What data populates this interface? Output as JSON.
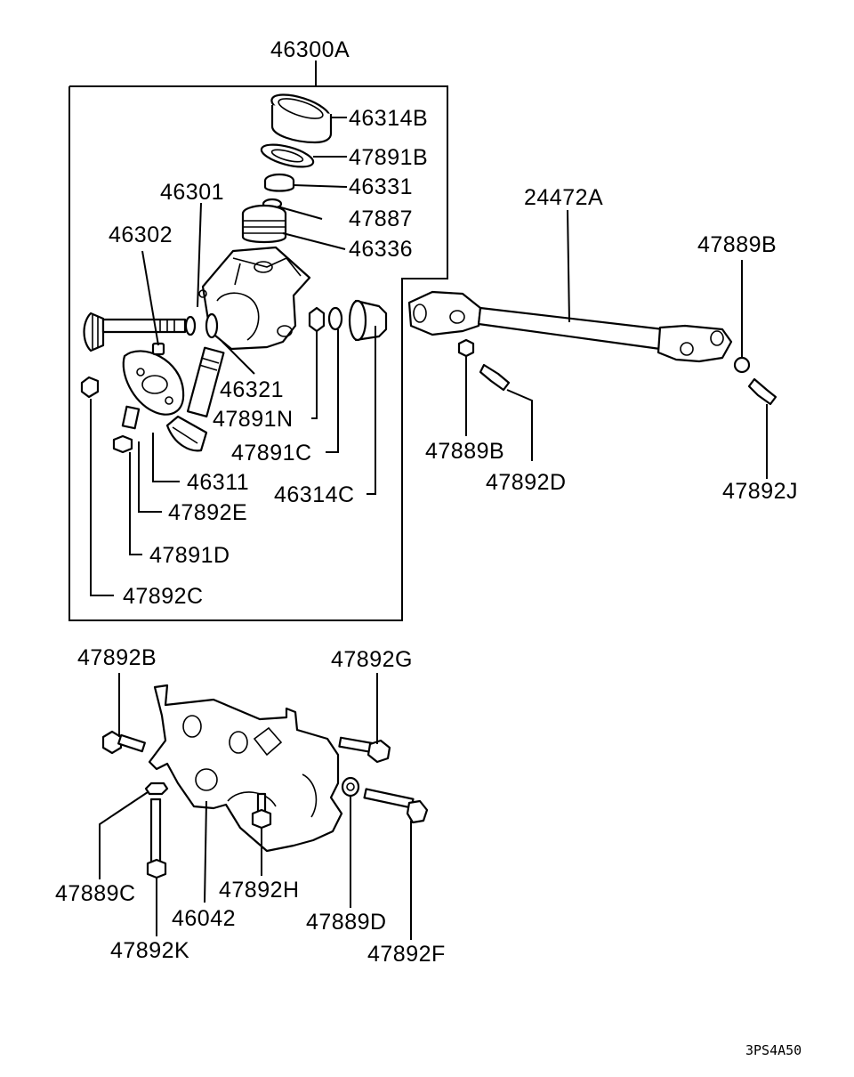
{
  "diagram_code": "3PS4A50",
  "labels": {
    "l46300A": "46300A",
    "l46314B": "46314B",
    "l47891B": "47891B",
    "l46331": "46331",
    "l47887": "47887",
    "l46336": "46336",
    "l46301": "46301",
    "l46302": "46302",
    "l46321": "46321",
    "l47891N": "47891N",
    "l47891C": "47891C",
    "l46314C": "46314C",
    "l46311": "46311",
    "l47892E": "47892E",
    "l47891D": "47891D",
    "l47892C": "47892C",
    "l24472A": "24472A",
    "l47889B_top": "47889B",
    "l47889B_mid": "47889B",
    "l47892D": "47892D",
    "l47892J": "47892J",
    "l47892B": "47892B",
    "l47892G": "47892G",
    "l47889C": "47889C",
    "l46042": "46042",
    "l47892H": "47892H",
    "l47889D": "47889D",
    "l47892K": "47892K",
    "l47892F": "47892F"
  }
}
